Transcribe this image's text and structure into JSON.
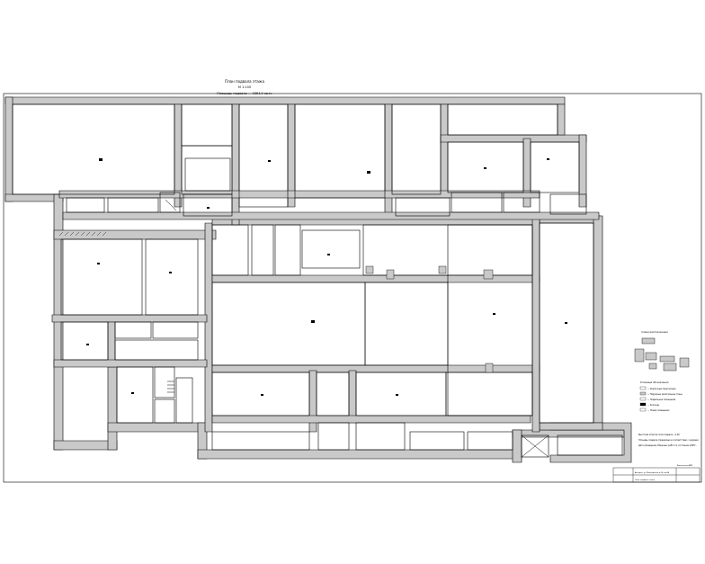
{
  "drawing": {
    "title": "План подвала этажа",
    "scale": "М 1:100",
    "area": "Площадь подвала — 1864,9 кв.м."
  },
  "key_plan": {
    "label": "Схема расположения"
  },
  "legend": {
    "title": "Условные обозначения",
    "items": [
      "— Кирпичные перегородки",
      "— Наружные капитальные стены",
      "— Подвальные помещения",
      "— Колонны",
      "— Номер помещения"
    ]
  },
  "notes": {
    "line1": "Высотная отметка пола подвала —1,90",
    "line2": "Площадь подвала определена в соответствии с нормами",
    "line3": "Дата проведения обмерных работ по состоянию 2005г."
  },
  "title_block": {
    "code": "Выполнено АКМ",
    "project": "Ангарск, ул. Московская д.25, кв.44",
    "sheet_name": "План подвала этажа"
  },
  "colors": {
    "wall_fill": "#c9c9c9",
    "line": "#000000",
    "paper": "#ffffff"
  }
}
